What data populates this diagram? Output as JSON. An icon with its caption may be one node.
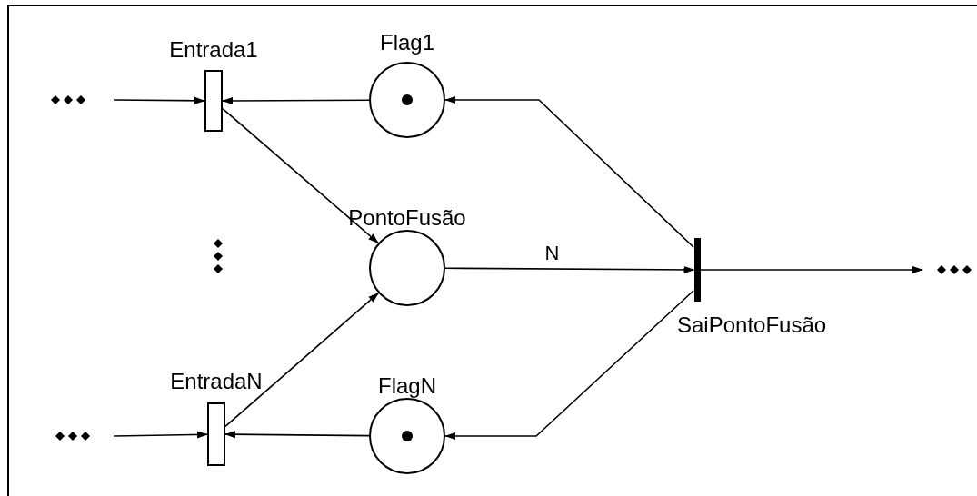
{
  "diagram": {
    "nodes": [
      {
        "text": [
          "Entrada1"
        ]
      },
      {
        "text": [
          "Flag1"
        ]
      },
      {
        "text": [
          "PontoFusão"
        ]
      },
      {
        "text": [
          "SaiPontoFusão"
        ]
      },
      {
        "text": [
          "EntradaN"
        ]
      },
      {
        "text": [
          "FlagN"
        ]
      }
    ],
    "edges": [
      {
        "from": null,
        "to": 0,
        "arrow": "to"
      },
      {
        "from": 1,
        "to": 0,
        "arrow": "to"
      },
      {
        "from": 0,
        "to": 2,
        "arrow": "to"
      },
      {
        "from": 3,
        "to": 1,
        "arrow": "to"
      },
      {
        "from": 2,
        "to": 3,
        "arrow": "to",
        "label": "N"
      },
      {
        "from": 3,
        "to": null,
        "arrow": "to"
      },
      {
        "from": null,
        "to": 4,
        "arrow": "to"
      },
      {
        "from": 5,
        "to": 4,
        "arrow": "to"
      },
      {
        "from": 4,
        "to": 2,
        "arrow": "to"
      },
      {
        "from": 3,
        "to": 5,
        "arrow": "to"
      }
    ]
  }
}
